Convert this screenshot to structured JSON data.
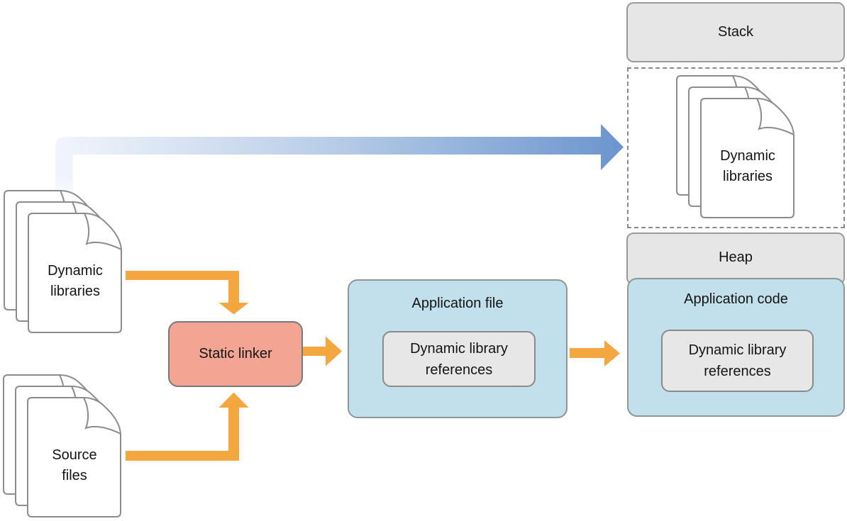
{
  "colors": {
    "box_gray_fill": "#E5E6E5",
    "box_blue_fill": "#C1E0EB",
    "linker_fill": "#F2A593",
    "arrow_orange": "#F5A73F",
    "arrow_blue_start": "#F2F5FB",
    "arrow_blue_end": "#6B95CE",
    "page_outline": "#8C8C8C",
    "border_gray": "#8A8A8A"
  },
  "memory": {
    "stack_label": "Stack",
    "heap_label": "Heap",
    "loaded_libraries": {
      "line1": "Dynamic",
      "line2": "libraries"
    },
    "application_code": {
      "title": "Application code",
      "references_line1": "Dynamic library",
      "references_line2": "references"
    }
  },
  "build": {
    "dynamic_libraries": {
      "line1": "Dynamic",
      "line2": "libraries"
    },
    "source_files": {
      "line1": "Source",
      "line2": "files"
    },
    "static_linker_label": "Static linker",
    "application_file": {
      "title": "Application file",
      "references_line1": "Dynamic library",
      "references_line2": "references"
    }
  }
}
